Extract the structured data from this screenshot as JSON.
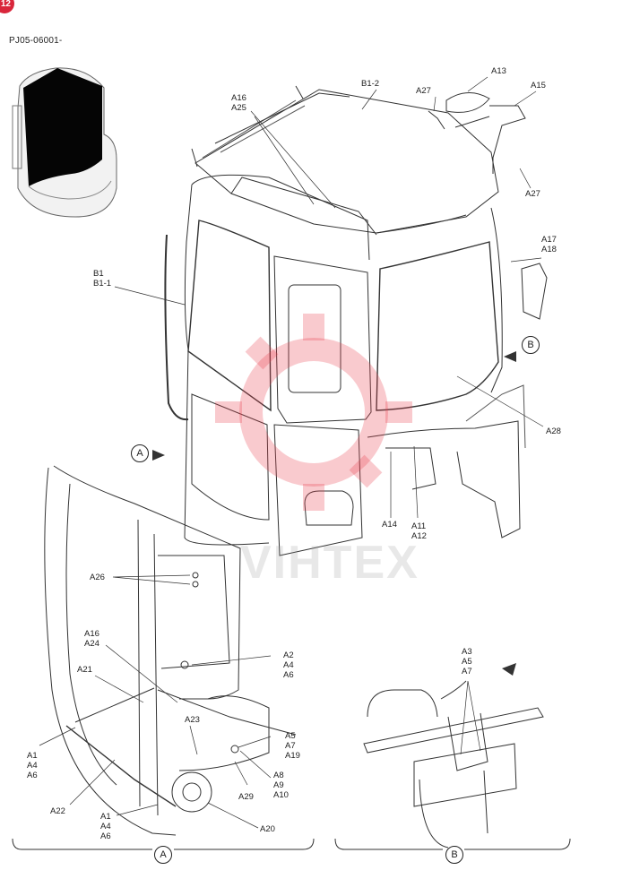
{
  "page": {
    "number": "12",
    "code": "PJ05-06001-"
  },
  "watermark": {
    "text": "VIHTEX",
    "color": "#e8414f"
  },
  "views": {
    "a": "A",
    "b": "B"
  },
  "labels": {
    "b1_2": "B1-2",
    "a16_a25": "A16\nA25",
    "a27_top": "A27",
    "a13": "A13",
    "a15": "A15",
    "a27_right": "A27",
    "a17_a18": "A17\nA18",
    "b1": "B1\nB1-1",
    "a28": "A28",
    "a14": "A14",
    "a11_a12": "A11\nA12",
    "a26": "A26",
    "a16_a24": "A16\nA24",
    "a21": "A21",
    "a2_a4_a6": "A2\nA4\nA6",
    "a1_a4_a6_left": "A1\nA4\nA6",
    "a23": "A23",
    "a5_a7_a19": "A5\nA7\nA19",
    "a8_a9_a10": "A8\nA9\nA10",
    "a29": "A29",
    "a22": "A22",
    "a1_a4_a6_bottom": "A1\nA4\nA6",
    "a20": "A20",
    "a3_a5_a7": "A3\nA5\nA7"
  }
}
